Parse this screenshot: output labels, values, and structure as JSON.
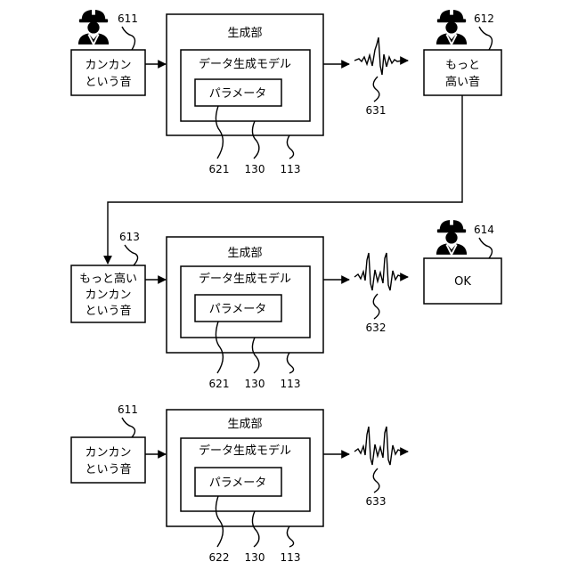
{
  "rows": [
    {
      "input": {
        "lines": [
          "カンカン",
          "という音"
        ],
        "ref": "611"
      },
      "unit": {
        "title": "生成部",
        "model": "データ生成モデル",
        "param": "パラメータ"
      },
      "refs": [
        "621",
        "130",
        "113"
      ],
      "wave_ref": "631",
      "feedback": {
        "lines": [
          "もっと",
          "高い音"
        ],
        "ref": "612"
      }
    },
    {
      "input": {
        "lines": [
          "もっと高い",
          "カンカン",
          "という音"
        ],
        "ref": "613"
      },
      "unit": {
        "title": "生成部",
        "model": "データ生成モデル",
        "param": "パラメータ"
      },
      "refs": [
        "621",
        "130",
        "113"
      ],
      "wave_ref": "632",
      "feedback": {
        "lines": [
          "OK"
        ],
        "ref": "614"
      }
    },
    {
      "input": {
        "lines": [
          "カンカン",
          "という音"
        ],
        "ref": "611"
      },
      "unit": {
        "title": "生成部",
        "model": "データ生成モデル",
        "param": "パラメータ"
      },
      "refs": [
        "622",
        "130",
        "113"
      ],
      "wave_ref": "633"
    }
  ]
}
